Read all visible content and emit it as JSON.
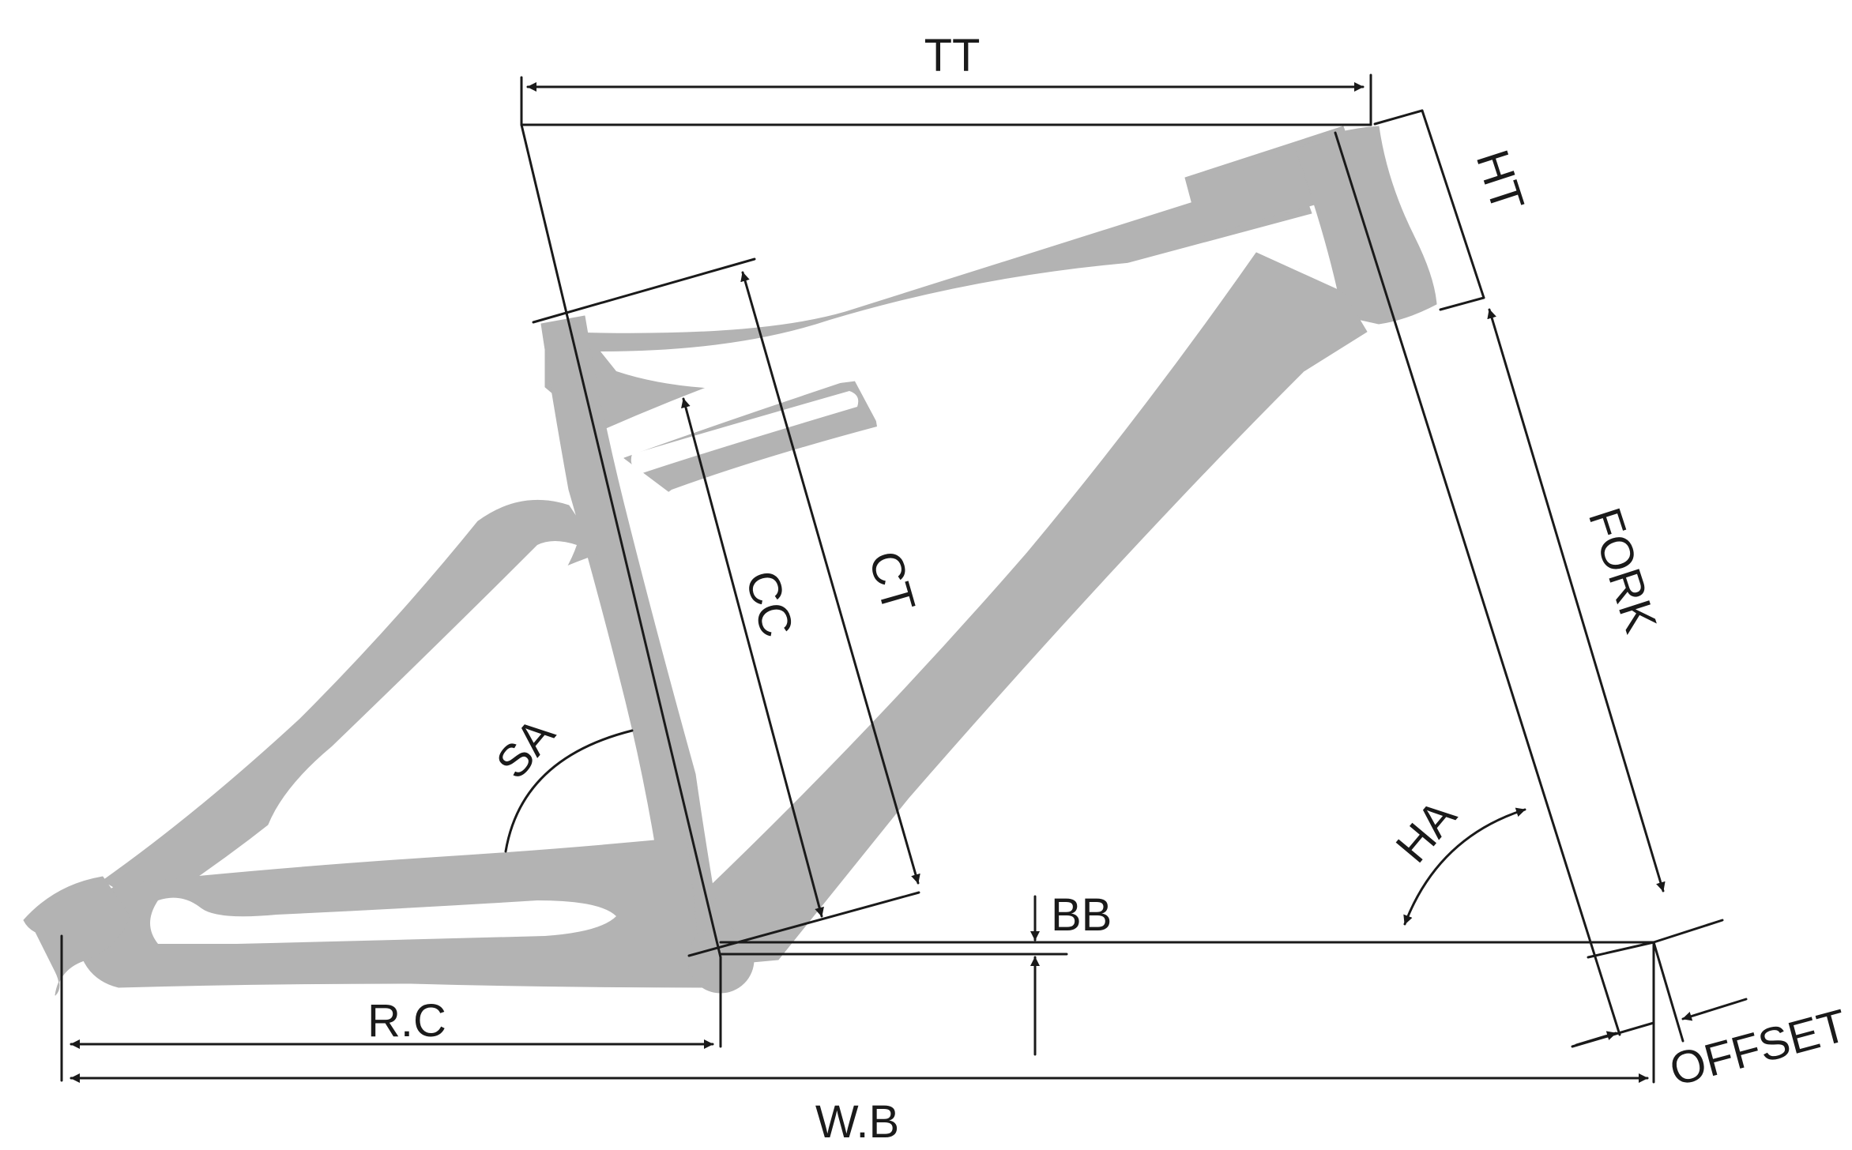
{
  "labels": {
    "tt": "TT",
    "ht": "HT",
    "ct": "CT",
    "cc": "CC",
    "fork": "FORK",
    "sa": "SA",
    "ha": "HA",
    "bb": "BB",
    "offset": "OFFSET",
    "rc": "R.C",
    "wb": "W.B"
  },
  "colors": {
    "frame": "#b3b3b3",
    "lines": "#1a1a1a",
    "background": "#ffffff"
  }
}
